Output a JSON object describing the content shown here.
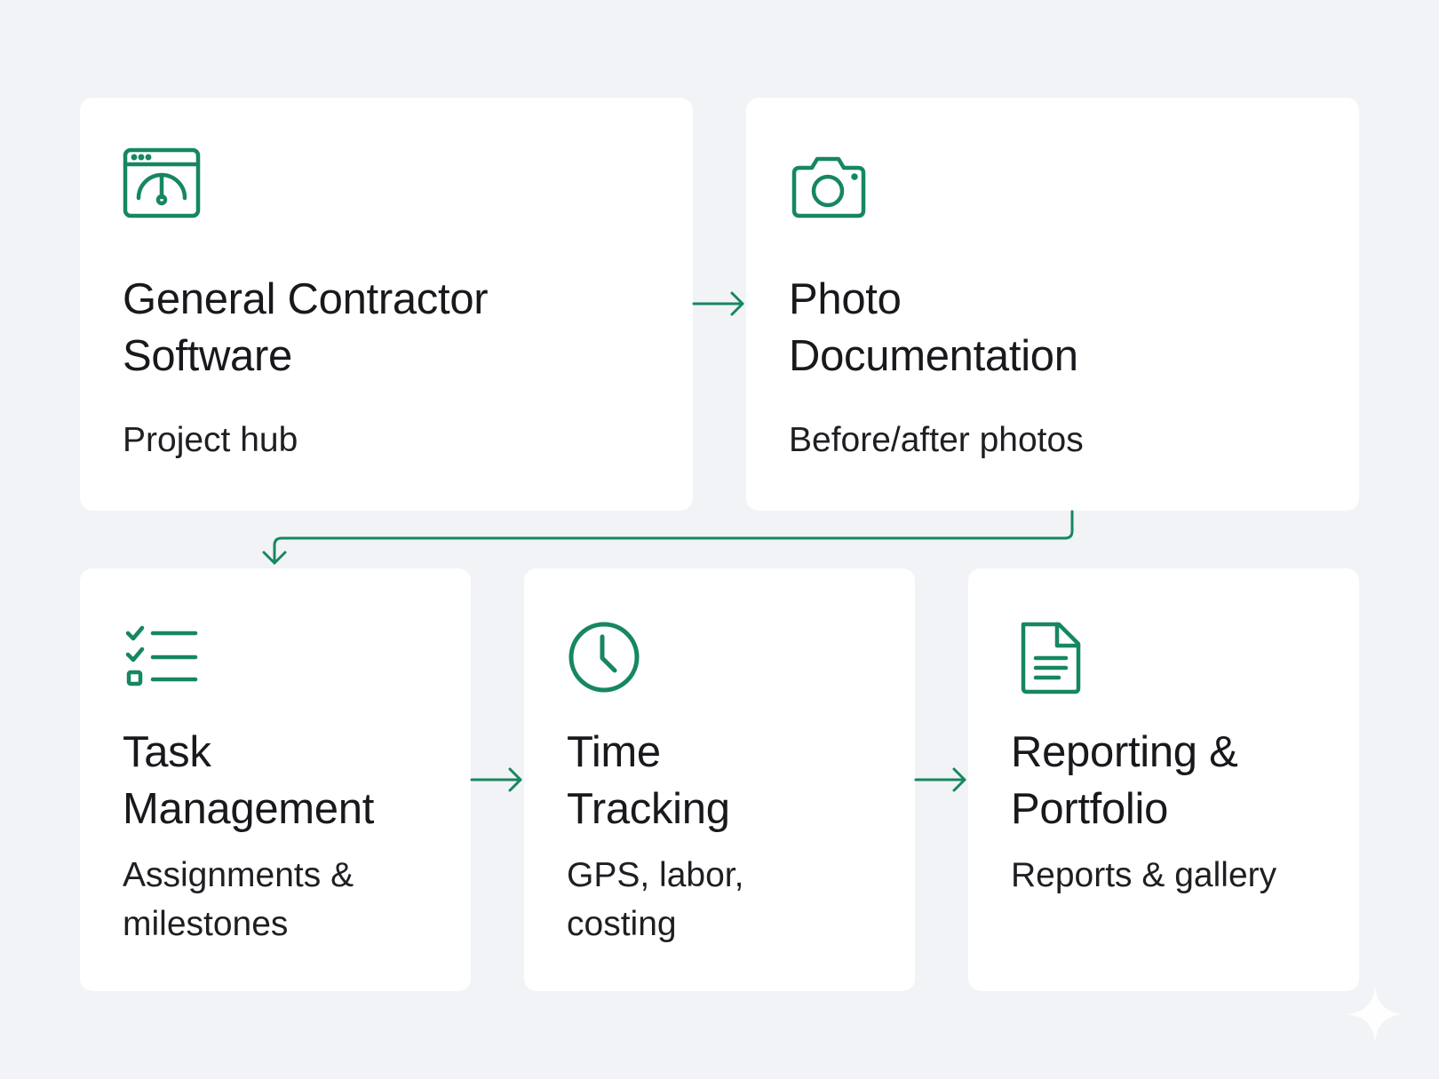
{
  "colors": {
    "accent": "#16875f",
    "background": "#f1f3f6",
    "card": "#ffffff",
    "text": "#17191c"
  },
  "cards": [
    {
      "icon": "dashboard-browser-icon",
      "title": "General Contractor\nSoftware",
      "subtitle": "Project hub"
    },
    {
      "icon": "camera-icon",
      "title": "Photo\nDocumentation",
      "subtitle": "Before/after photos"
    },
    {
      "icon": "checklist-icon",
      "title": "Task\nManagement",
      "subtitle": "Assignments &\nmilestones"
    },
    {
      "icon": "clock-icon",
      "title": "Time\nTracking",
      "subtitle": "GPS, labor,\ncosting"
    },
    {
      "icon": "document-icon",
      "title": "Reporting &\nPortfolio",
      "subtitle": "Reports & gallery"
    }
  ],
  "connectors": [
    {
      "from": "General Contractor Software",
      "to": "Photo Documentation",
      "icon": "arrow-right-icon"
    },
    {
      "from": "Photo Documentation",
      "to": "Task Management",
      "icon": "arrow-down-icon"
    },
    {
      "from": "Task Management",
      "to": "Time Tracking",
      "icon": "arrow-right-icon"
    },
    {
      "from": "Time Tracking",
      "to": "Reporting & Portfolio",
      "icon": "arrow-right-icon"
    }
  ],
  "watermark": {
    "icon": "sparkle-icon"
  }
}
